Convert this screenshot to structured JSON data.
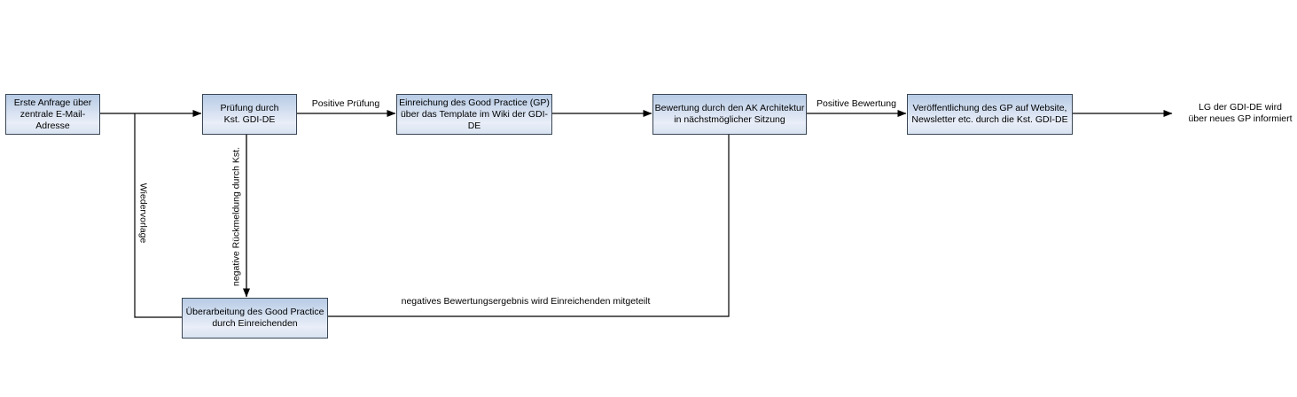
{
  "theme": {
    "background": "#ffffff",
    "node_border": "#3a4654",
    "node_gradient_top": "#b7cbe5",
    "node_gradient_mid": "#e9eef8",
    "node_gradient_bottom": "#d9e3f1",
    "connector_color": "#000000",
    "text_color": "#000000"
  },
  "flowchart": {
    "nodes": {
      "erste_anfrage": "Erste Anfrage über\nzentrale E-Mail-Adresse",
      "pruefung": "Prüfung durch\nKst. GDI-DE",
      "einreichung": "Einreichung des Good Practice (GP)\nüber das Template im Wiki der GDI-DE",
      "bewertung": "Bewertung durch den AK Architektur\nin nächstmöglicher Sitzung",
      "veroeffentlichung": "Veröffentlichung des GP auf Website,\nNewsletter etc. durch die Kst. GDI-DE",
      "ueberarbeitung": "Überarbeitung des Good Practice\ndurch Einreichenden"
    },
    "end_text": "LG der GDI-DE wird\nüber neues GP informiert",
    "edge_labels": {
      "positive_pruefung": "Positive Prüfung",
      "positive_bewertung": "Positive Bewertung",
      "wiedervorlage": "Wiedervorlage",
      "negative_rueckmeldung": "negative Rückmeldung durch Kst.",
      "negatives_ergebnis": "negatives Bewertungsergebnis wird Einreichenden mitgeteilt"
    }
  }
}
